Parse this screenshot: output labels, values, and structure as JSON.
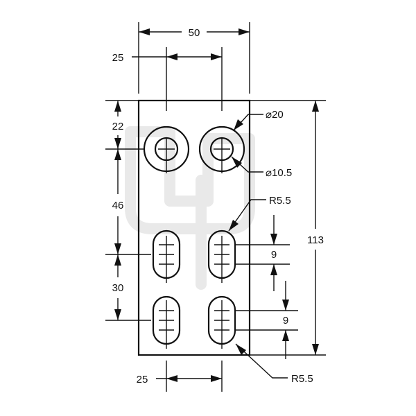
{
  "dimensions": {
    "top_width": "50",
    "top_offset": "25",
    "bottom_offset": "25",
    "height_total": "113",
    "left_top": "22",
    "left_mid": "46",
    "left_bottom": "30",
    "outer_diameter": "20",
    "inner_diameter": "10.5",
    "slot_radius_upper": "R5.5",
    "slot_radius_lower": "R5.5",
    "slot_pitch_upper": "9",
    "slot_pitch_lower": "9"
  },
  "symbols": {
    "diameter": "⌀"
  },
  "colors": {
    "line": "#111111",
    "watermark": "#e9e9e9"
  }
}
